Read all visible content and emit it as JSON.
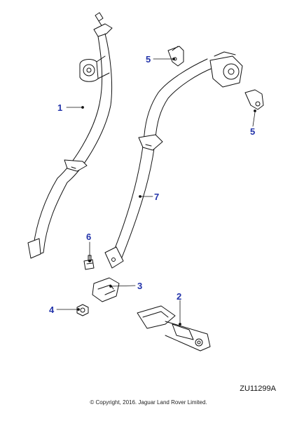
{
  "callouts": [
    {
      "id": "1",
      "label": "1"
    },
    {
      "id": "2",
      "label": "2"
    },
    {
      "id": "3",
      "label": "3"
    },
    {
      "id": "4",
      "label": "4"
    },
    {
      "id": "5a",
      "label": "5"
    },
    {
      "id": "5b",
      "label": "5"
    },
    {
      "id": "6",
      "label": "6"
    },
    {
      "id": "7",
      "label": "7"
    }
  ],
  "diagram_ref": "ZU11299A",
  "copyright": "© Copyright, 2016. Jaguar Land Rover Limited.",
  "colors": {
    "callout": "#2233aa",
    "line": "#111111"
  }
}
